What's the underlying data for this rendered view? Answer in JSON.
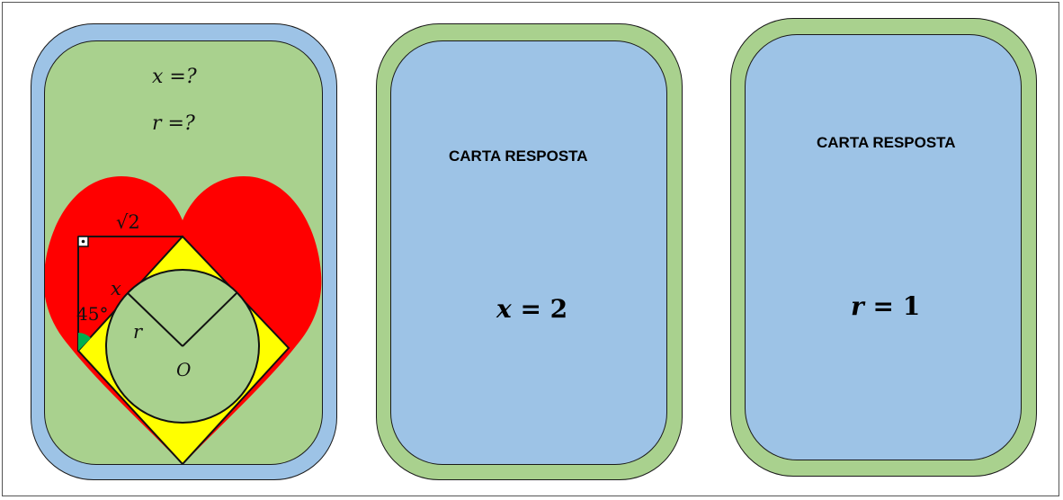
{
  "cards": [
    {
      "questions": {
        "x_line": "x =?",
        "r_line": "r =?"
      },
      "diagram": {
        "sqrt_label": "√2",
        "x_label": "x",
        "angle_label": "45°",
        "r_label": "r",
        "center_label": "O"
      },
      "colors": {
        "outer": "#9dc3e6",
        "inner": "#a9d18e",
        "heart": "#ff0000",
        "square": "#ffff00",
        "circle": "#a9d18e",
        "angle_mark": "#00b050"
      }
    },
    {
      "title": "CARTA RESPOSTA",
      "answer": {
        "variable": "x",
        "rest": " = 2"
      },
      "colors": {
        "outer": "#a9d18e",
        "inner": "#9dc3e6"
      }
    },
    {
      "title": "CARTA RESPOSTA",
      "answer": {
        "variable": "r",
        "rest": " = 1"
      },
      "colors": {
        "outer": "#a9d18e",
        "inner": "#9dc3e6"
      }
    }
  ]
}
